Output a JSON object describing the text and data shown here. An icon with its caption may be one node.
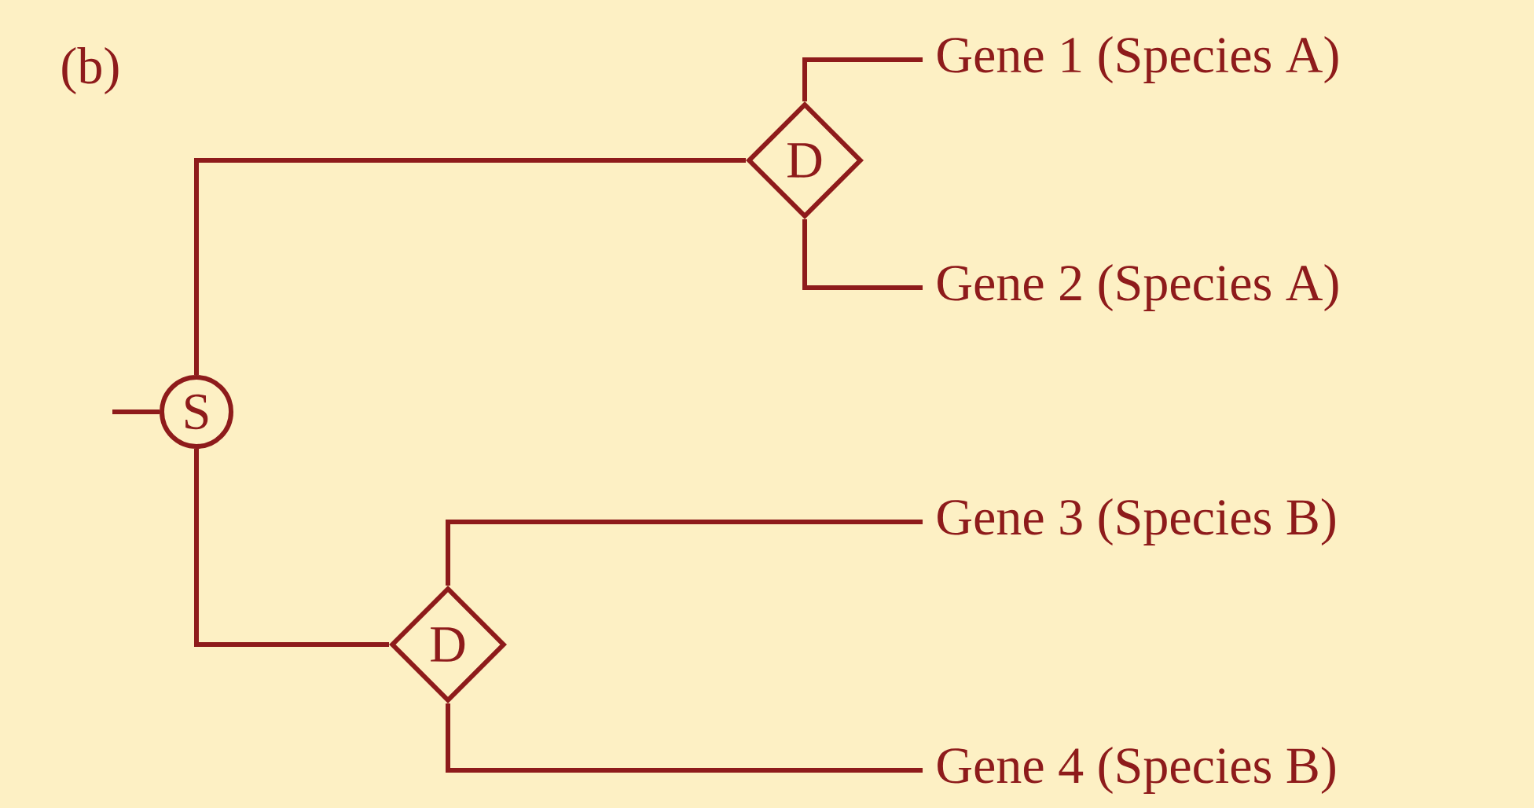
{
  "diagram": {
    "nodes": [
      {
        "text": [
          "S"
        ]
      },
      {
        "text": [
          "D"
        ]
      },
      {
        "text": [
          "D"
        ]
      },
      {
        "text": [
          "Gene 1 (Species A)"
        ]
      },
      {
        "text": [
          "Gene 2 (Species A)"
        ]
      },
      {
        "text": [
          "Gene 3 (Species B)"
        ]
      },
      {
        "text": [
          "Gene 4 (Species B)"
        ]
      }
    ],
    "edges": [
      {
        "from": null,
        "to": 0,
        "arrow": "none"
      },
      {
        "from": 0,
        "to": 1,
        "arrow": "none"
      },
      {
        "from": 0,
        "to": 2,
        "arrow": "none"
      },
      {
        "from": 1,
        "to": 3,
        "arrow": "none"
      },
      {
        "from": 1,
        "to": 4,
        "arrow": "none"
      },
      {
        "from": 2,
        "to": 5,
        "arrow": "none"
      },
      {
        "from": 2,
        "to": 6,
        "arrow": "none"
      }
    ],
    "labels": [
      "(b)"
    ]
  }
}
